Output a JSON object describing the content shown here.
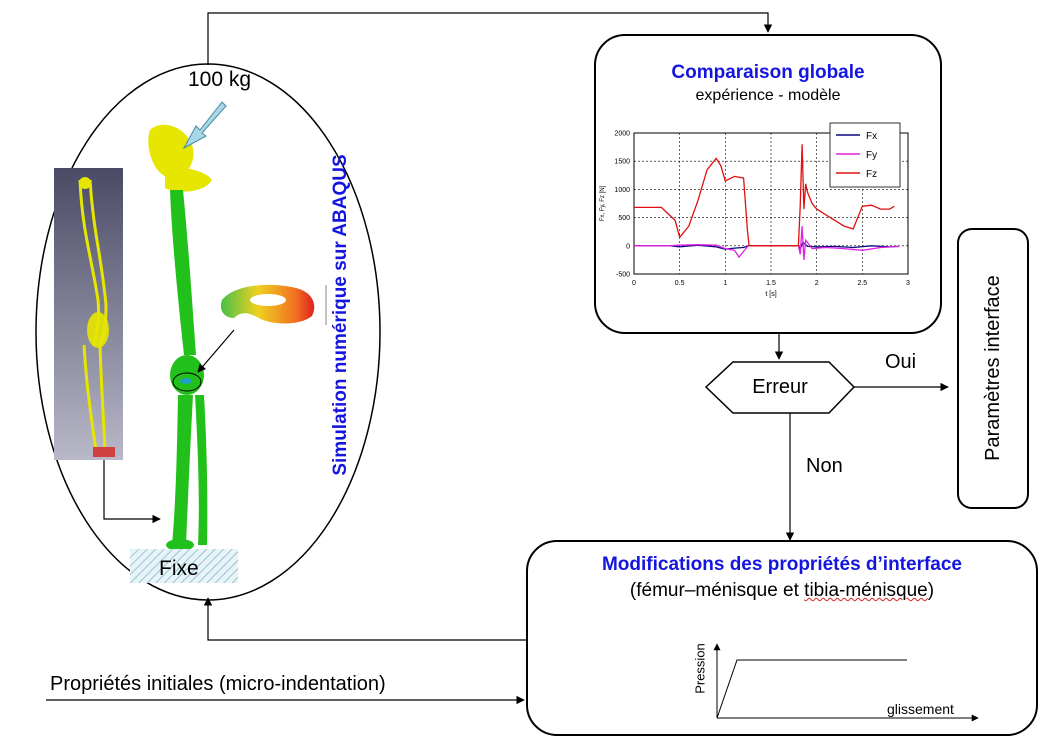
{
  "simulation": {
    "load_label": "100 kg",
    "vertical_title": "Simulation numérique sur ABAQUS",
    "fixed_label": "Fixe"
  },
  "comparison": {
    "title": "Comparaison globale",
    "subtitle": "expérience - modèle"
  },
  "decision": {
    "label": "Erreur",
    "yes_label": "Oui",
    "no_label": "Non"
  },
  "params": {
    "label": "Paramètres interface"
  },
  "modifications": {
    "title": "Modifications des propriétés d’interface",
    "subtitle_part1": "(fémur–ménisque et ",
    "subtitle_part2": "tibia-ménisque",
    "subtitle_part3": ")",
    "mini_chart": {
      "ylabel": "Pression",
      "xlabel": "glissement"
    }
  },
  "input": {
    "label": "Propriétés initiales (micro-indentation)"
  },
  "colors": {
    "title_blue": "#1515e0",
    "bone_green": "#22c01a",
    "bone_yellow": "#e6e600",
    "fx": "#0a0a80",
    "fy": "#e020e0",
    "fz": "#e01010"
  },
  "chart_data": {
    "type": "line",
    "xlabel": "t [s]",
    "ylabel": "Fx, Fy, Fz [N]",
    "xlim": [
      0,
      3
    ],
    "ylim": [
      -500,
      2000
    ],
    "xticks": [
      "0",
      "0.5",
      "1",
      "1.5",
      "2",
      "2.5",
      "3"
    ],
    "yticks": [
      "2000",
      "1500",
      "1000",
      "500",
      "0",
      "-500"
    ],
    "grid": true,
    "legend_position": "top-right",
    "series": [
      {
        "name": "Fx",
        "x": [
          0,
          0.4,
          0.5,
          0.7,
          0.9,
          1.0,
          1.1,
          1.2,
          1.25,
          1.8,
          1.82,
          1.85,
          1.9,
          2.0,
          2.2,
          2.4,
          2.6,
          2.8,
          2.9
        ],
        "y": [
          0,
          0,
          -20,
          10,
          -20,
          -60,
          -40,
          -30,
          0,
          0,
          -50,
          60,
          -10,
          -20,
          -10,
          -30,
          0,
          -20,
          -10
        ]
      },
      {
        "name": "Fy",
        "x": [
          0,
          0.4,
          0.5,
          0.7,
          0.9,
          1.0,
          1.1,
          1.15,
          1.2,
          1.25,
          1.8,
          1.82,
          1.84,
          1.86,
          1.88,
          1.95,
          2.1,
          2.3,
          2.5,
          2.7,
          2.9
        ],
        "y": [
          0,
          0,
          10,
          20,
          10,
          -50,
          -80,
          -200,
          -100,
          0,
          0,
          -150,
          350,
          -250,
          100,
          -50,
          -30,
          -50,
          -80,
          -30,
          -10
        ]
      },
      {
        "name": "Fz",
        "x": [
          0,
          0.3,
          0.45,
          0.5,
          0.6,
          0.7,
          0.8,
          0.9,
          0.95,
          1.0,
          1.1,
          1.2,
          1.24,
          1.26,
          1.8,
          1.82,
          1.84,
          1.86,
          1.88,
          1.9,
          1.95,
          2.0,
          2.1,
          2.2,
          2.3,
          2.4,
          2.5,
          2.6,
          2.7,
          2.8,
          2.85
        ],
        "y": [
          680,
          680,
          450,
          150,
          350,
          800,
          1350,
          1550,
          1420,
          1150,
          1230,
          1200,
          300,
          0,
          0,
          700,
          1800,
          650,
          1100,
          950,
          750,
          650,
          550,
          450,
          350,
          300,
          700,
          720,
          650,
          650,
          700
        ]
      }
    ]
  }
}
